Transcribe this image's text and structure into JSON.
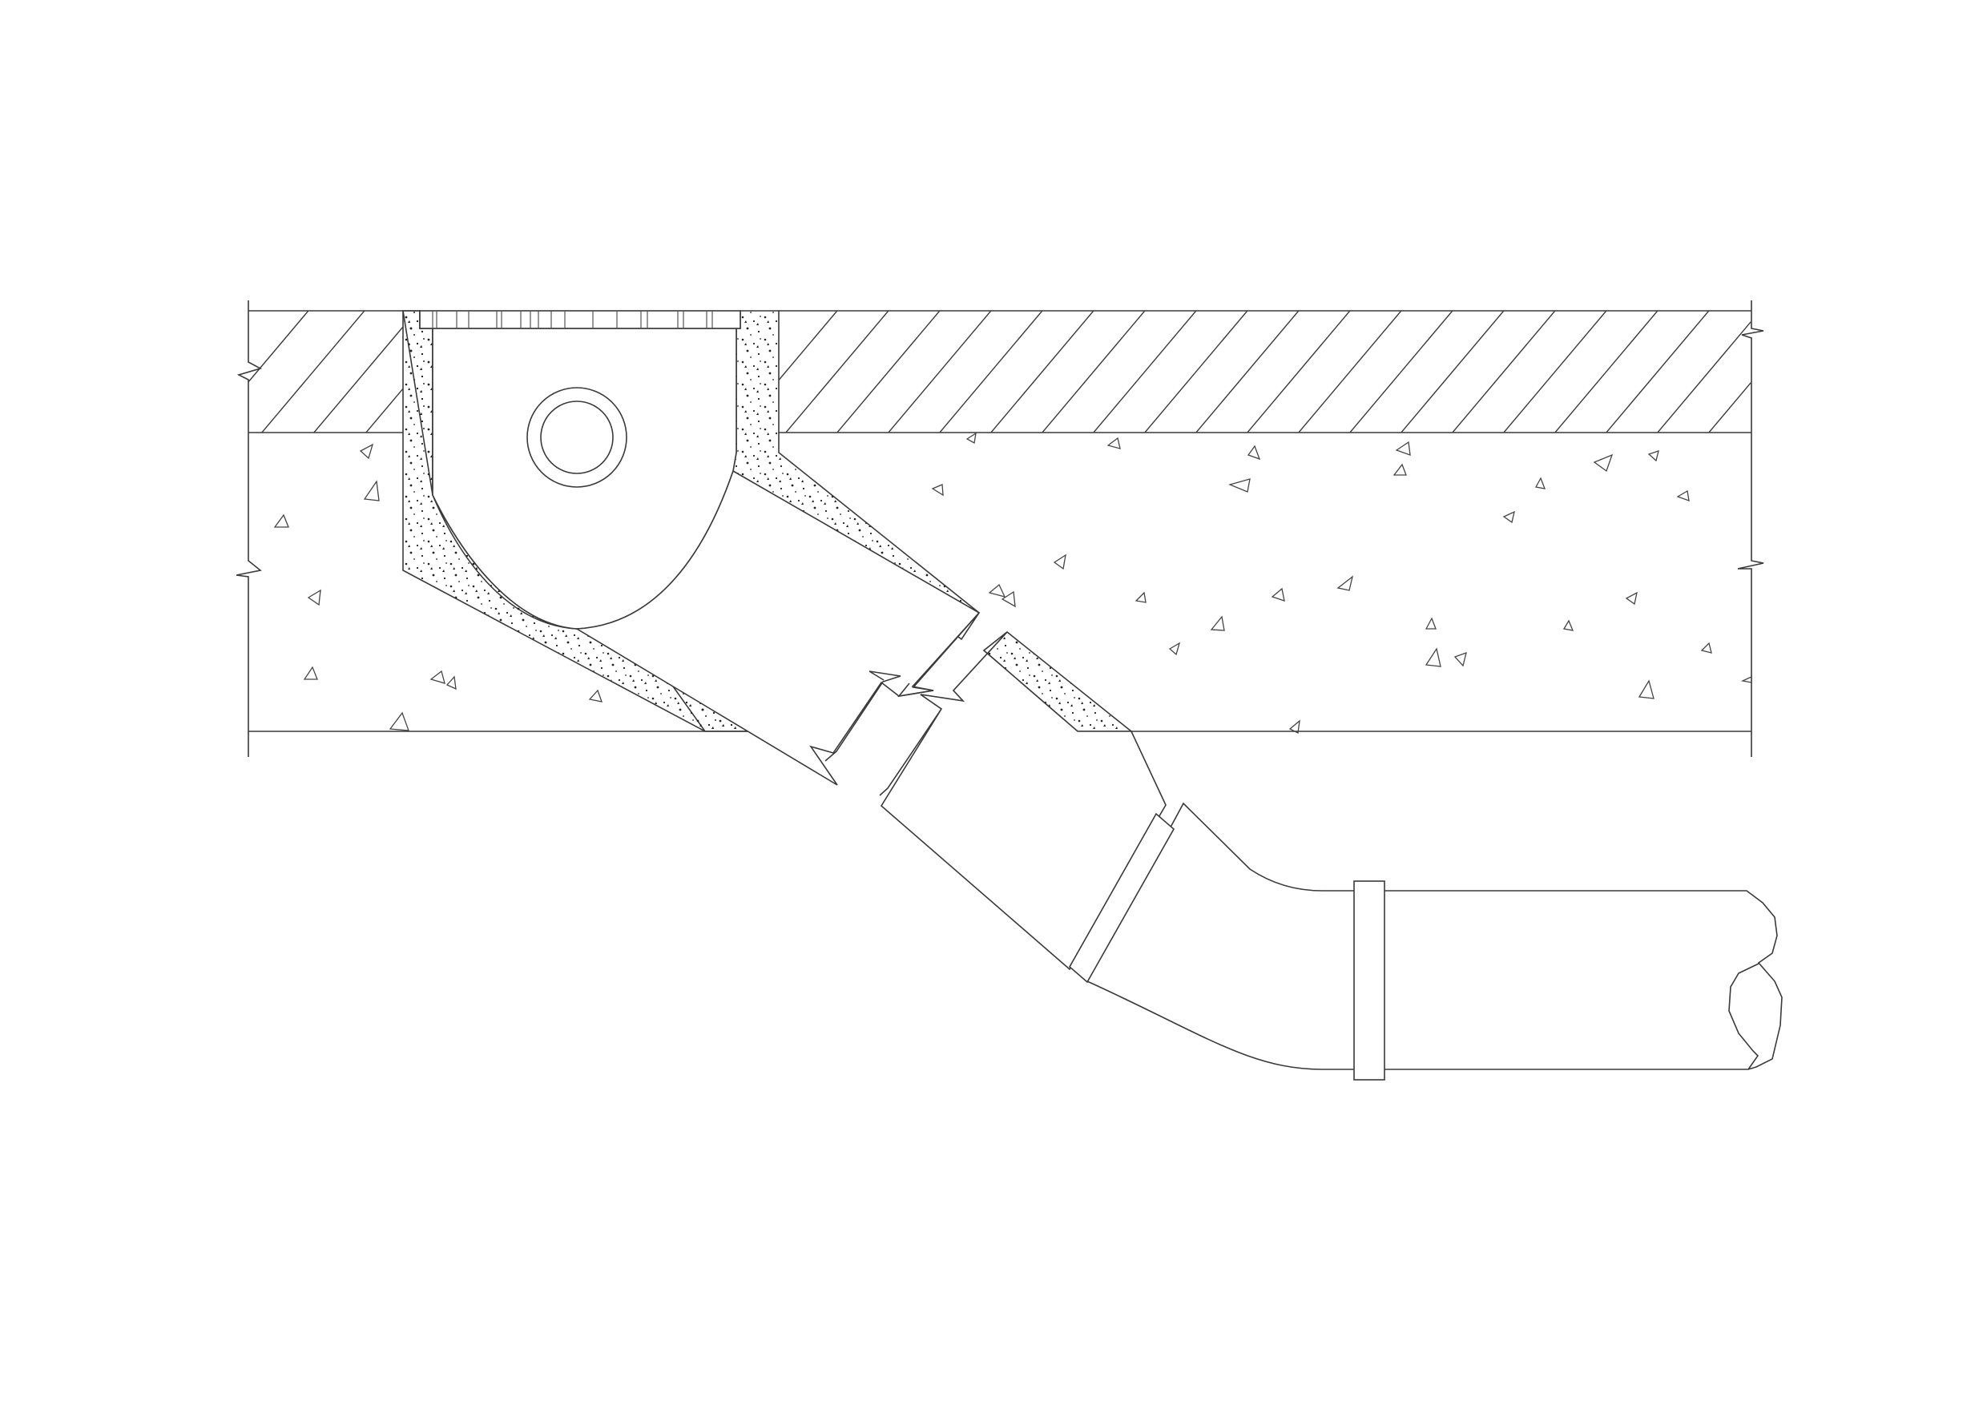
{
  "drawing": {
    "type": "technical cross-section",
    "subject": "floor drain with cast-in outlet pipe",
    "title": "",
    "labels": [],
    "colors": {
      "line": "#3a3a3a",
      "background": "#ffffff",
      "speckle": "#222222"
    },
    "components": [
      {
        "id": "finish-layer",
        "description": "hatched floor finish / screed layer"
      },
      {
        "id": "concrete-slab",
        "description": "concrete slab with aggregate triangle symbols"
      },
      {
        "id": "drain-body",
        "description": "drain gully body with grate on top"
      },
      {
        "id": "drain-grate",
        "description": "slotted grate at floor level"
      },
      {
        "id": "outlet-circle",
        "description": "side outlet shown as concentric circles"
      },
      {
        "id": "mortar-bedding",
        "description": "stippled mortar infill around drain and pipe"
      },
      {
        "id": "outlet-pipe",
        "description": "inclined outlet pipe with break symbol"
      },
      {
        "id": "pipe-coupling-1",
        "description": "coupling on inclined pipe"
      },
      {
        "id": "pipe-elbow",
        "description": "bend to horizontal"
      },
      {
        "id": "pipe-coupling-2",
        "description": "coupling on horizontal pipe"
      },
      {
        "id": "pipe-end-break",
        "description": "pipe end break (S-break) symbol"
      },
      {
        "id": "slab-break-lines",
        "description": "zig-zag break symbols at slab edges"
      }
    ]
  }
}
